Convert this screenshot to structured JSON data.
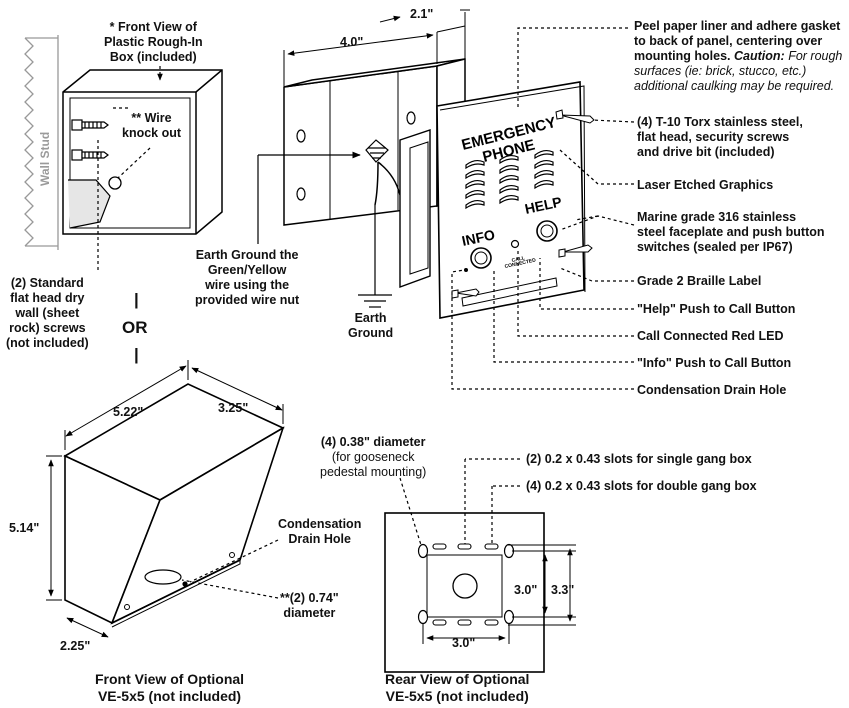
{
  "labels": {
    "front_view_box_1": "* Front View of",
    "front_view_box_2": "Plastic Rough-In",
    "front_view_box_3": "Box (included)",
    "knockout_1": "** Wire",
    "knockout_2": "knock out",
    "wall_stud": "Wall Stud",
    "screws_1": "(2) Standard",
    "screws_2": "flat head dry",
    "screws_3": "wall (sheet",
    "screws_4": "rock) screws",
    "screws_5": "(not included)",
    "or_bar_top": "|",
    "or": "OR",
    "or_bar_bottom": "|",
    "dim_top_depth": "2.1\"",
    "dim_top_width": "4.0\"",
    "earth_note_1": "Earth Ground the",
    "earth_note_2": "Green/Yellow",
    "earth_note_3": "wire using the",
    "earth_note_4": "provided wire nut",
    "earth_1": "Earth",
    "earth_2": "Ground",
    "gasket_1": "Peel paper liner and adhere gasket",
    "gasket_2": "to back of panel, centering over",
    "gasket_3": "mounting holes.",
    "gasket_caution": "Caution:",
    "gasket_3b": "For rough",
    "gasket_4": "surfaces (ie: brick, stucco, etc.)",
    "gasket_5": "additional caulking may be required.",
    "torx_1": "(4) T-10 Torx stainless steel,",
    "torx_2": "flat head, security screws",
    "torx_3": "and drive bit (included)",
    "laser": "Laser Etched Graphics",
    "marine_1": "Marine grade 316 stainless",
    "marine_2": "steel faceplate and push button",
    "marine_3": "switches (sealed per IP67)",
    "braille": "Grade 2 Braille Label",
    "help_btn": "\"Help\" Push to Call Button",
    "led": "Call Connected Red LED",
    "info_btn": "\"Info\" Push to Call Button",
    "drain": "Condensation Drain Hole",
    "panel_title_1": "EMERGENCY",
    "panel_title_2": "PHONE",
    "panel_info": "INFO",
    "panel_help": "HELP",
    "panel_call_1": "CALL",
    "panel_call_2": "CONNECTED",
    "dim_522": "5.22\"",
    "dim_325": "3.25\"",
    "dim_514": "5.14\"",
    "dim_225": "2.25\"",
    "ve_drain_1": "Condensation",
    "ve_drain_2": "Drain Hole",
    "ve_dia_1": "**(2) 0.74\"",
    "ve_dia_2": "diameter",
    "hole038_1": "(4) 0.38\" diameter",
    "hole038_2": "(for gooseneck",
    "hole038_3": "pedestal mounting)",
    "slots_single": "(2) 0.2 x 0.43 slots for single gang box",
    "slots_double": "(4) 0.2 x 0.43 slots for double gang box",
    "dim_30_v": "3.0\"",
    "dim_33": "3.3\"",
    "dim_30_h": "3.0\"",
    "front_cap_1": "Front View of Optional",
    "front_cap_2": "VE-5x5 (not included)",
    "rear_cap_1": "Rear View of Optional",
    "rear_cap_2": "VE-5x5 (not included)"
  }
}
